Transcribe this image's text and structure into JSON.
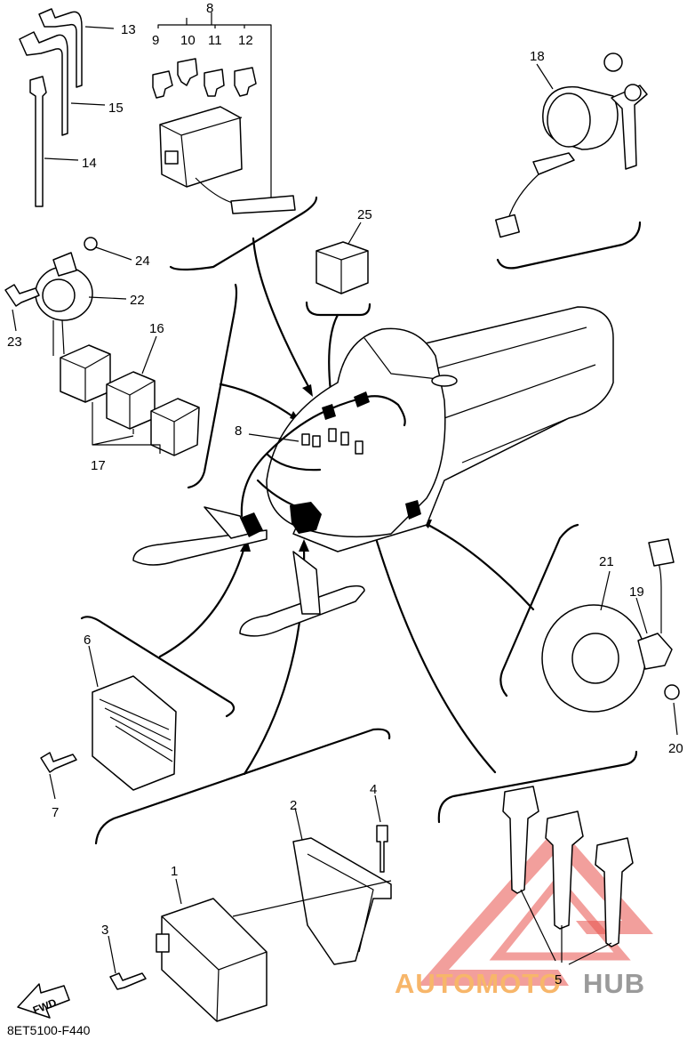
{
  "diagram_code": "8ET5100-F440",
  "fwd_label": "FWD",
  "watermark": {
    "part_a": "AUTOMOTO",
    "part_b": "HUB",
    "color_a": "#f7b66a",
    "color_b": "#9a9a9a",
    "triangle_color": "#e8504a"
  },
  "callouts": {
    "c1": "1",
    "c2": "2",
    "c3": "3",
    "c4": "4",
    "c5": "5",
    "c6": "6",
    "c7": "7",
    "c8_top": "8",
    "c8_mid": "8",
    "c9": "9",
    "c10": "10",
    "c11": "11",
    "c12": "12",
    "c13": "13",
    "c14": "14",
    "c15": "15",
    "c16": "16",
    "c17": "17",
    "c18": "18",
    "c19": "19",
    "c20": "20",
    "c21": "21",
    "c22": "22",
    "c23": "23",
    "c24": "24",
    "c25": "25"
  }
}
